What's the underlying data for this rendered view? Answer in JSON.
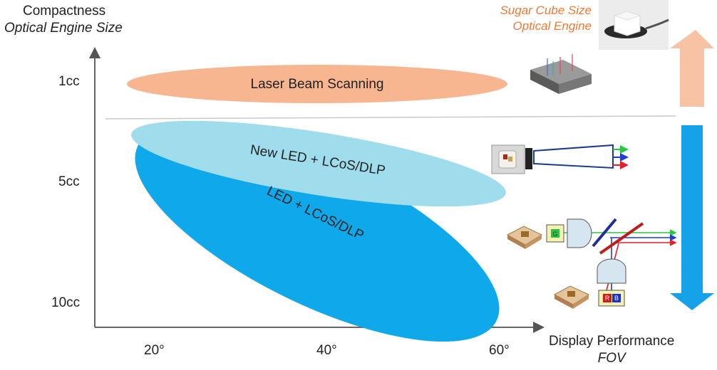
{
  "y_axis": {
    "title": "Compactness",
    "subtitle": "Optical Engine Size",
    "ticks": [
      "1cc",
      "5cc",
      "10cc"
    ]
  },
  "x_axis": {
    "title": "Display Performance",
    "subtitle": "FOV",
    "ticks": [
      "20°",
      "40°",
      "60°"
    ]
  },
  "regions": {
    "laser": "Laser Beam Scanning",
    "new_led": "New LED + LCoS/DLP",
    "led": "LED + LCoS/DLP"
  },
  "callout": {
    "line1": "Sugar Cube Size",
    "line2": "Optical Engine"
  },
  "optics_labels": {
    "green": "G",
    "red": "R",
    "blue": "B"
  },
  "colors": {
    "laser_ellipse": "#f8b690",
    "new_led_ellipse": "#9fdcec",
    "led_ellipse": "#0fa8ea",
    "arrow_up": "#f8c3a4",
    "arrow_down": "#16a2e8",
    "callout_text": "#f07a34"
  },
  "icons": [
    "sugar-cube-spoon-photo",
    "laser-module-icon",
    "led-projector-icon",
    "led-chip-icon",
    "optics-schematic-icon"
  ]
}
